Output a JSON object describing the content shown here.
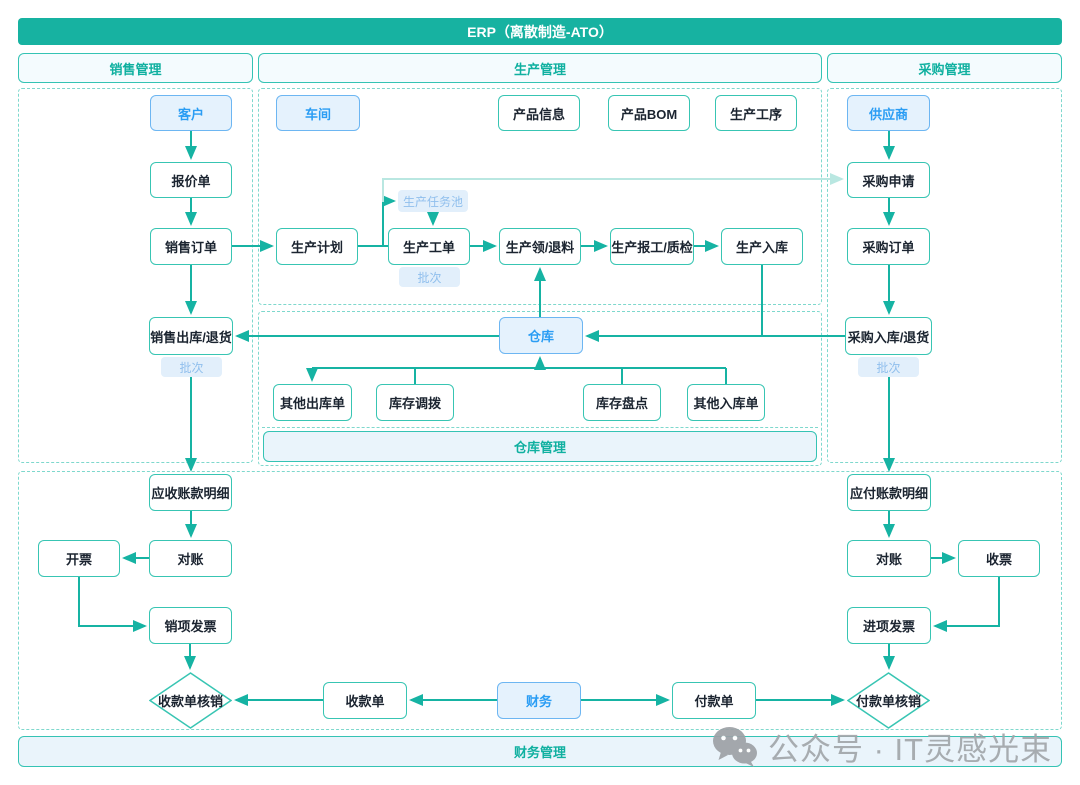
{
  "banner": {
    "title": "ERP（离散制造-ATO）"
  },
  "section_headers": {
    "sales": "销售管理",
    "production": "生产管理",
    "purchase": "采购管理"
  },
  "section_footers": {
    "warehouse": "仓库管理",
    "finance": "财务管理"
  },
  "nodes": {
    "customer": "客户",
    "quote": "报价单",
    "sales_order": "销售订单",
    "sales_outbound": "销售出库/退货",
    "batch_sales": "批次",
    "ar_detail": "应收账款明细",
    "reconcile_ar": "对账",
    "invoice_issue": "开票",
    "sales_invoice": "销项发票",
    "receipt_writeoff": "收款单核销",
    "receipt": "收款单",
    "finance_dept": "财务",
    "payment": "付款单",
    "payment_writeoff": "付款单核销",
    "workshop": "车间",
    "product_info": "产品信息",
    "product_bom": "产品BOM",
    "process_route": "生产工序",
    "prod_plan": "生产计划",
    "task_pool": "生产任务池",
    "work_order": "生产工单",
    "batch_work_order": "批次",
    "material_issue": "生产领/退料",
    "report_qc": "生产报工/质检",
    "prod_inbound": "生产入库",
    "warehouse": "仓库",
    "other_outbound": "其他出库单",
    "stock_transfer": "库存调拨",
    "stock_count": "库存盘点",
    "other_inbound": "其他入库单",
    "supplier": "供应商",
    "purchase_request": "采购申请",
    "purchase_order": "采购订单",
    "purchase_inbound": "采购入库/退货",
    "batch_purchase": "批次",
    "ap_detail": "应付账款明细",
    "reconcile_ap": "对账",
    "receive_invoice": "收票",
    "input_invoice": "进项发票"
  },
  "watermark": {
    "text": "公众号 · IT灵感光束"
  }
}
